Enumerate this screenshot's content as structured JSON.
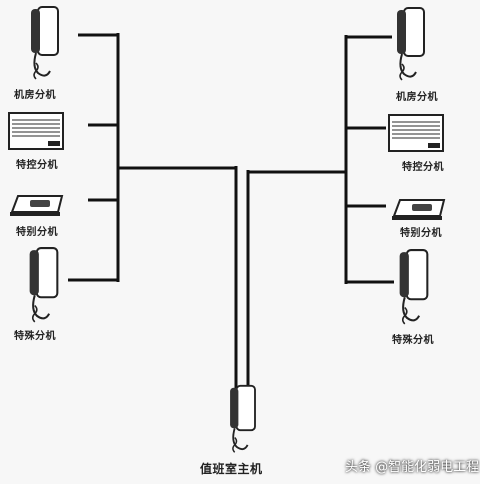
{
  "left_group": {
    "labels": [
      "机房分机",
      "特控分机",
      "特别分机",
      "特殊分机"
    ],
    "icons": [
      "wall-phone-icon",
      "air-conditioner-icon",
      "desk-device-icon",
      "wall-phone-icon"
    ]
  },
  "right_group": {
    "labels": [
      "机房分机",
      "特控分机",
      "特别分机",
      "特殊分机"
    ],
    "icons": [
      "wall-phone-icon",
      "air-conditioner-icon",
      "desk-device-icon",
      "wall-phone-icon"
    ]
  },
  "master": {
    "label": "值班室主机",
    "icon": "wall-phone-icon"
  },
  "watermark": "头条 @智能化弱电工程"
}
